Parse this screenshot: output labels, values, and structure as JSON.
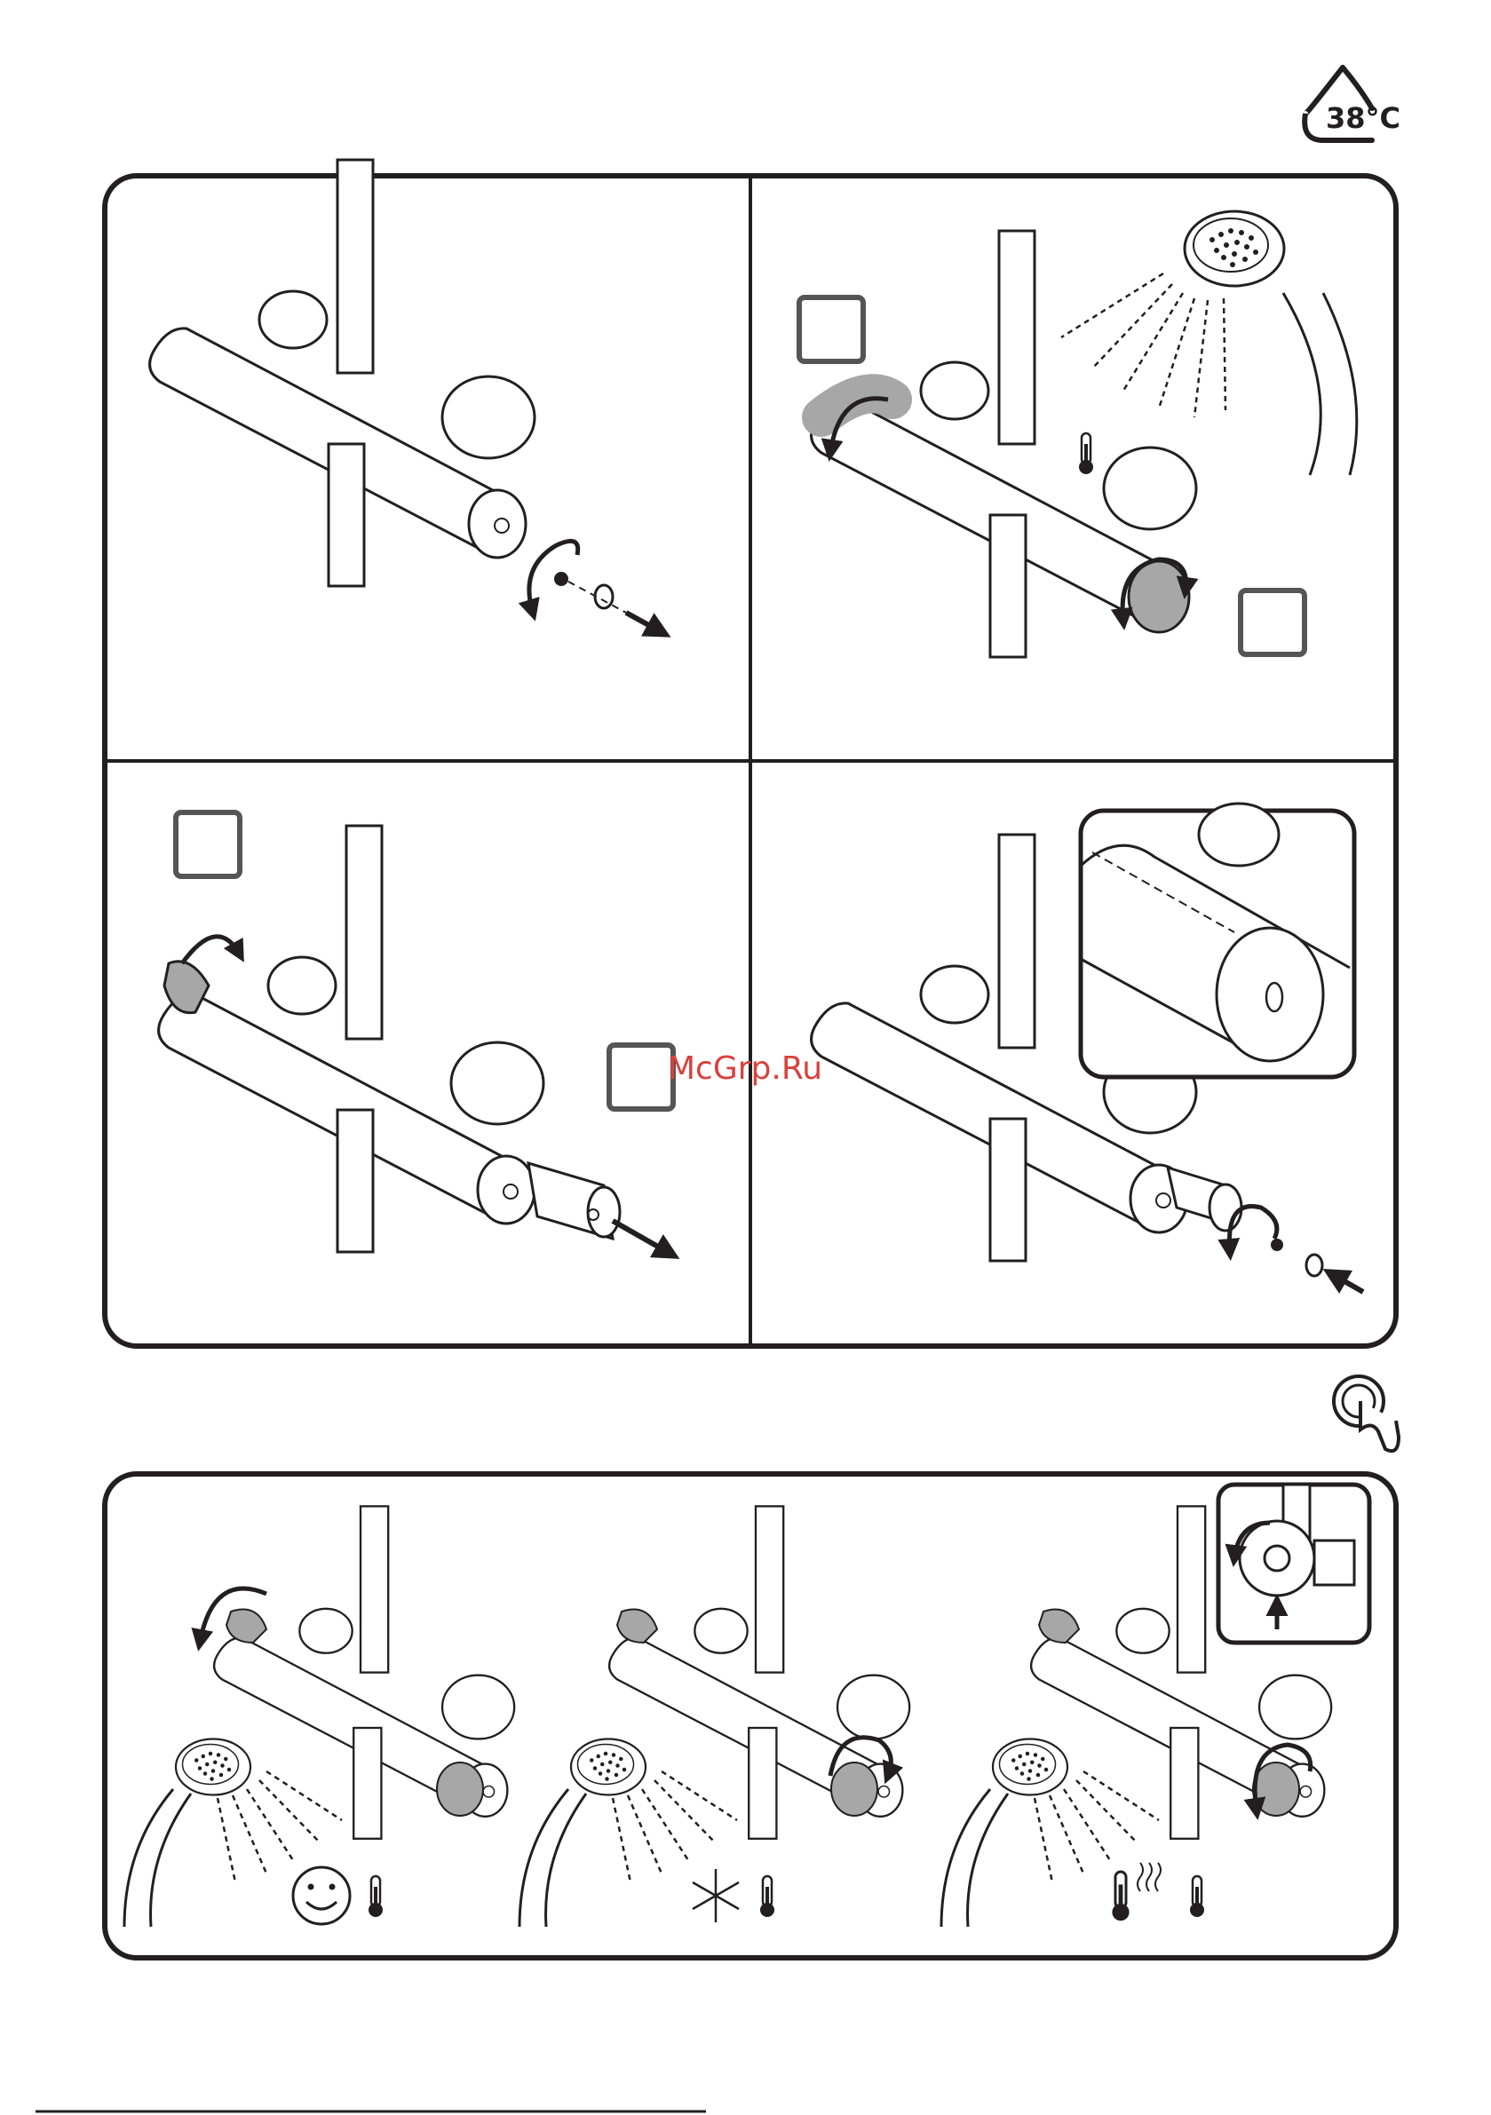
{
  "header": {
    "temperature_label": "38°C",
    "drop_icon": "water-drop-icon",
    "touch_icon": "touch-button-icon"
  },
  "watermark": {
    "text": "McGrp.Ru",
    "color": "#d9413c"
  },
  "colors": {
    "line": "#231f20",
    "fill_gray": "#a7a7a7",
    "accent_box": "#555555"
  },
  "panels": {
    "top": [
      "step-remove-screw-cap",
      "step-set-temperature",
      "step-pull-off-knob",
      "step-refit-knob"
    ],
    "bottom": [
      "mode-comfort",
      "mode-cold",
      "mode-hot"
    ]
  },
  "icons": {
    "thermometer": "thermometer-icon",
    "smiley": "smiley-icon",
    "snowflake": "snowflake-icon",
    "heat": "heat-waves-icon"
  }
}
